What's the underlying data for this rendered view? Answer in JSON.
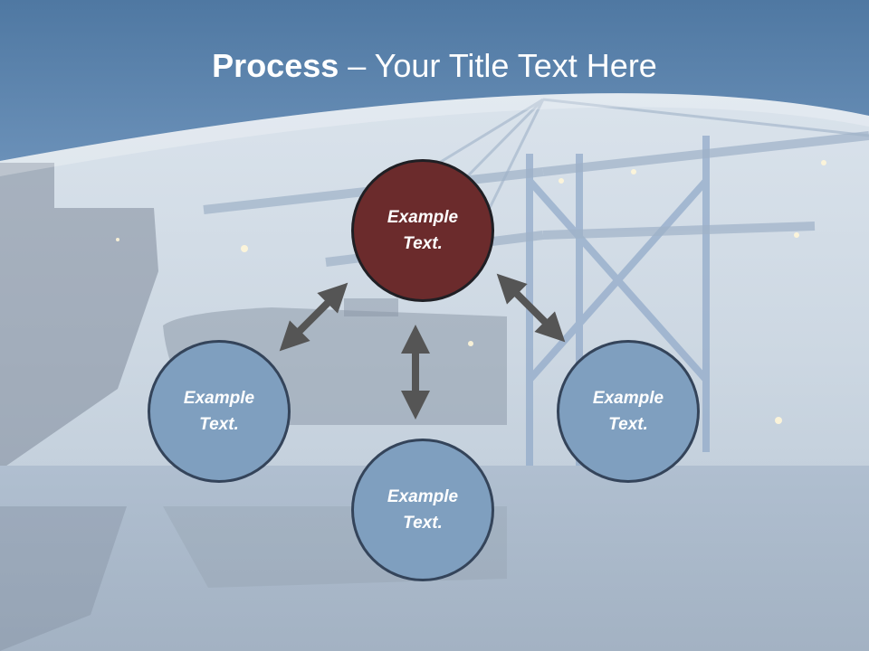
{
  "slide": {
    "title_bold": "Process",
    "title_rest": " – Your Title Text Here",
    "nodes": {
      "top": {
        "line1": "Example",
        "line2": "Text."
      },
      "left": {
        "line1": "Example",
        "line2": "Text."
      },
      "bottom": {
        "line1": "Example",
        "line2": "Text."
      },
      "right": {
        "line1": "Example",
        "line2": "Text."
      }
    },
    "colors": {
      "header": "#5b82ab",
      "main_node": "#6b2b2c",
      "secondary_node": "#7f9fbf",
      "arrow": "#555555"
    }
  }
}
